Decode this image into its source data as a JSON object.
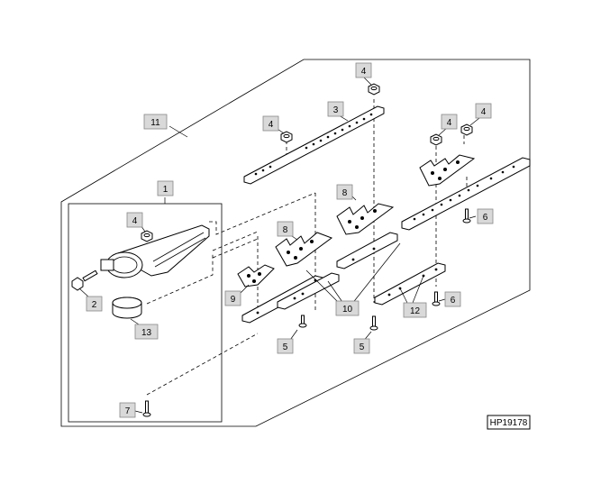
{
  "figure_ref": "HP19178",
  "callouts": {
    "c1": "1",
    "c2": "2",
    "c3": "3",
    "c4a": "4",
    "c4b": "4",
    "c4c": "4",
    "c4d": "4",
    "c4e": "4",
    "c5a": "5",
    "c5b": "5",
    "c6a": "6",
    "c6b": "6",
    "c7": "7",
    "c8a": "8",
    "c8b": "8",
    "c9": "9",
    "c10": "10",
    "c11": "11",
    "c12": "12",
    "c13": "13"
  }
}
